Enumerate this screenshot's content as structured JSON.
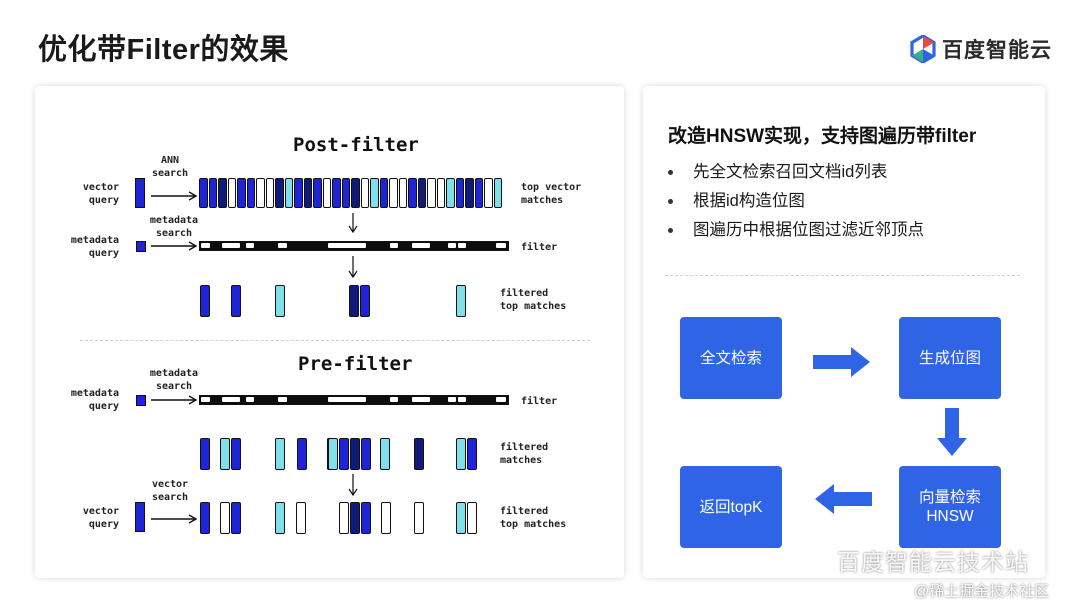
{
  "slide": {
    "title": "优化带Filter的效果",
    "brand": "百度智能云"
  },
  "diagram": {
    "post_filter": {
      "title": "Post-filter",
      "ann_search": "ANN\nsearch",
      "metadata_search": "metadata\nsearch",
      "vector_query": "vector\nquery",
      "metadata_query": "metadata\nquery",
      "top_vector_matches": "top vector\nmatches",
      "filter": "filter",
      "filtered_top_matches": "filtered\ntop matches"
    },
    "pre_filter": {
      "title": "Pre-filter",
      "metadata_search": "metadata\nsearch",
      "metadata_query": "metadata\nquery",
      "filter": "filter",
      "filtered_matches": "filtered\nmatches",
      "vector_search": "vector\nsearch",
      "vector_query": "vector\nquery",
      "filtered_top_matches": "filtered\ntop matches"
    },
    "colors": {
      "blue": "#1f24d6",
      "navy": "#101a7a",
      "cyan": "#7fe0ea",
      "white": "#ffffff",
      "black": "#0d0d0d"
    }
  },
  "right_panel": {
    "title": "改造HNSW实现，支持图遍历带filter",
    "bullets": [
      "先全文检索召回文档id列表",
      "根据id构造位图",
      "图遍历中根据位图过滤近邻顶点"
    ],
    "flow": {
      "step1": "全文检索",
      "step2": "生成位图",
      "step3_line1": "向量检索",
      "step3_line2": "HNSW",
      "step4": "返回topK",
      "box_color": "#2f64e6"
    }
  },
  "watermark": {
    "main": "百度智能云技术站",
    "sub": "@稀土掘金技术社区"
  }
}
